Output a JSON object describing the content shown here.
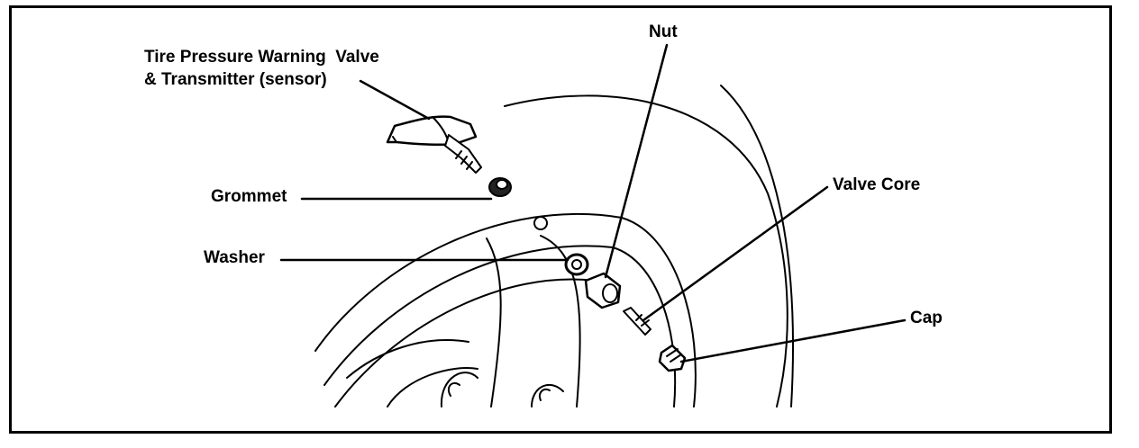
{
  "labels": {
    "sensor_line1": "Tire Pressure Warning  Valve",
    "sensor_line2": "& Transmitter (sensor)",
    "nut": "Nut",
    "grommet": "Grommet",
    "washer": "Washer",
    "valve_core": "Valve Core",
    "cap": "Cap"
  }
}
